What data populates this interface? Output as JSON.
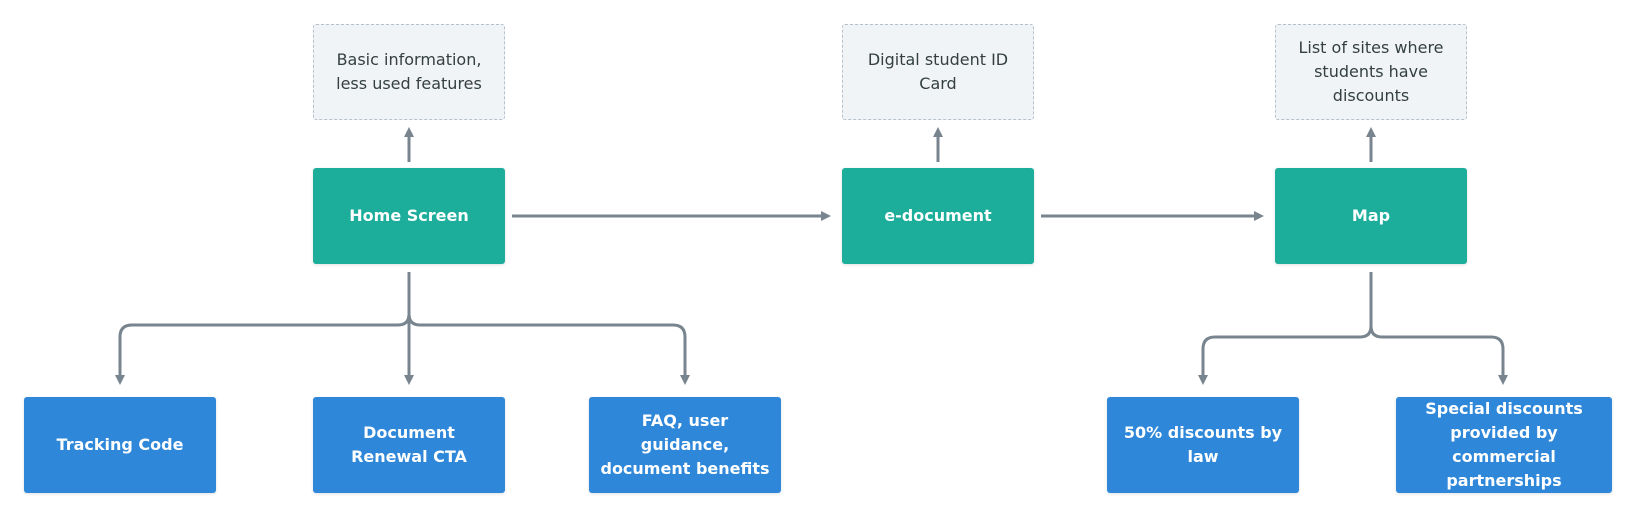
{
  "colors": {
    "primary": "#1cae9b",
    "child": "#2e87d9",
    "note_bg": "#f1f4f6",
    "note_border": "#b7c1cb",
    "connector": "#78858f"
  },
  "nodes": {
    "home_screen": "Home Screen",
    "e_document": "e-document",
    "map": "Map",
    "note_home": "Basic information, less used features",
    "note_edoc": "Digital student ID Card",
    "note_map": "List of sites where students have discounts",
    "tracking_code": "Tracking Code",
    "document_renewal": "Document Renewal CTA",
    "faq": "FAQ, user guidance, document benefits",
    "discounts_law": "50% discounts by law",
    "special_discounts": "Special discounts provided by commercial partnerships"
  }
}
